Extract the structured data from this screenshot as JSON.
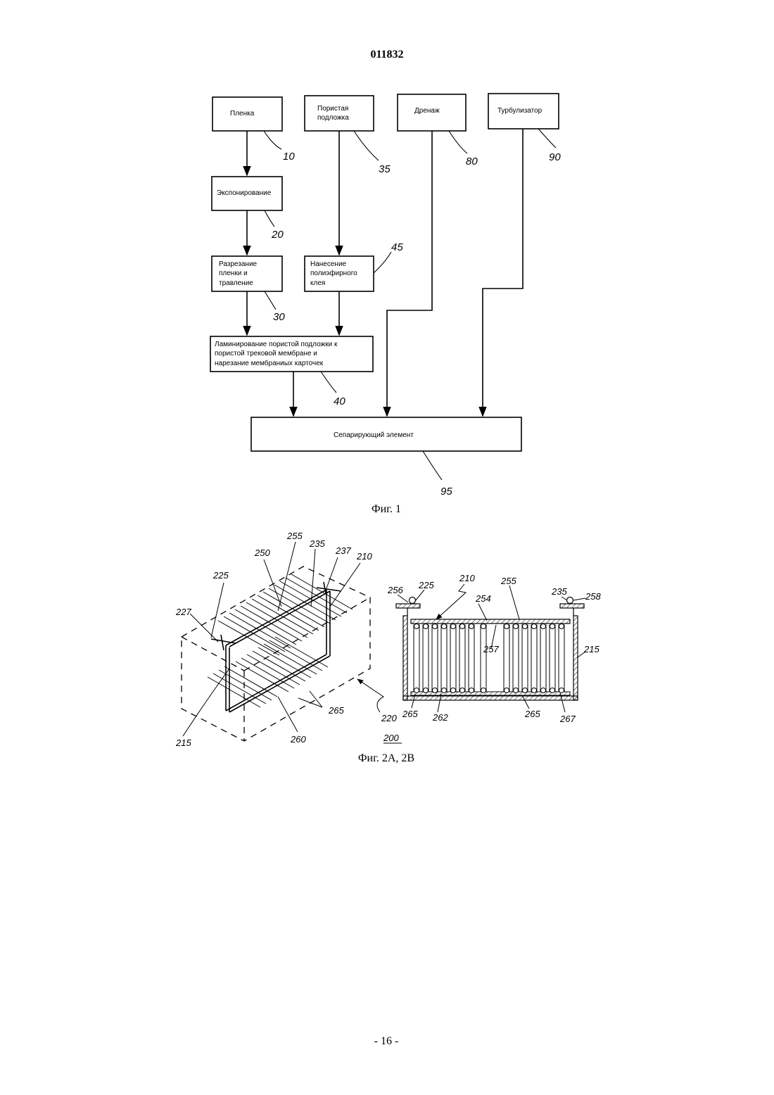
{
  "page": {
    "doc_number": "011832",
    "page_number": "- 16 -"
  },
  "fig1": {
    "caption": "Фиг. 1",
    "boxes": {
      "film": "Пленка",
      "porous_substrate_1": "Пористая",
      "porous_substrate_2": "подложка",
      "drainage": "Дренаж",
      "turbulizer": "Турбулизатор",
      "exposure": "Экспонирование",
      "cutting_1": "Разрезание",
      "cutting_2": "пленки и",
      "cutting_3": "травление",
      "glue_1": "Нанесение",
      "glue_2": "полиэфирного",
      "glue_3": "клея",
      "lamination_1": "Ламинирование пористой подложки к",
      "lamination_2": "пористой трековой мембране и",
      "lamination_3": "нарезание мембраниых карточек",
      "separating_element": "Сепарирующий элемент"
    },
    "refs": {
      "r10": "10",
      "r20": "20",
      "r30": "30",
      "r35": "35",
      "r40": "40",
      "r45": "45",
      "r80": "80",
      "r90": "90",
      "r95": "95"
    }
  },
  "fig2": {
    "caption": "Фиг. 2А, 2В",
    "assembly_label": "200",
    "refs_a": {
      "r255": "255",
      "r235": "235",
      "r237": "237",
      "r210": "210",
      "r250": "250",
      "r225": "225",
      "r227": "227",
      "r265": "265",
      "r220": "220",
      "r215": "215",
      "r260": "260"
    },
    "refs_b": {
      "r256": "256",
      "r225": "225",
      "r210": "210",
      "r255": "255",
      "r235": "235",
      "r258": "258",
      "r254": "254",
      "r257": "257",
      "r215": "215",
      "r265a": "265",
      "r262": "262",
      "r265b": "265",
      "r267": "267"
    }
  }
}
